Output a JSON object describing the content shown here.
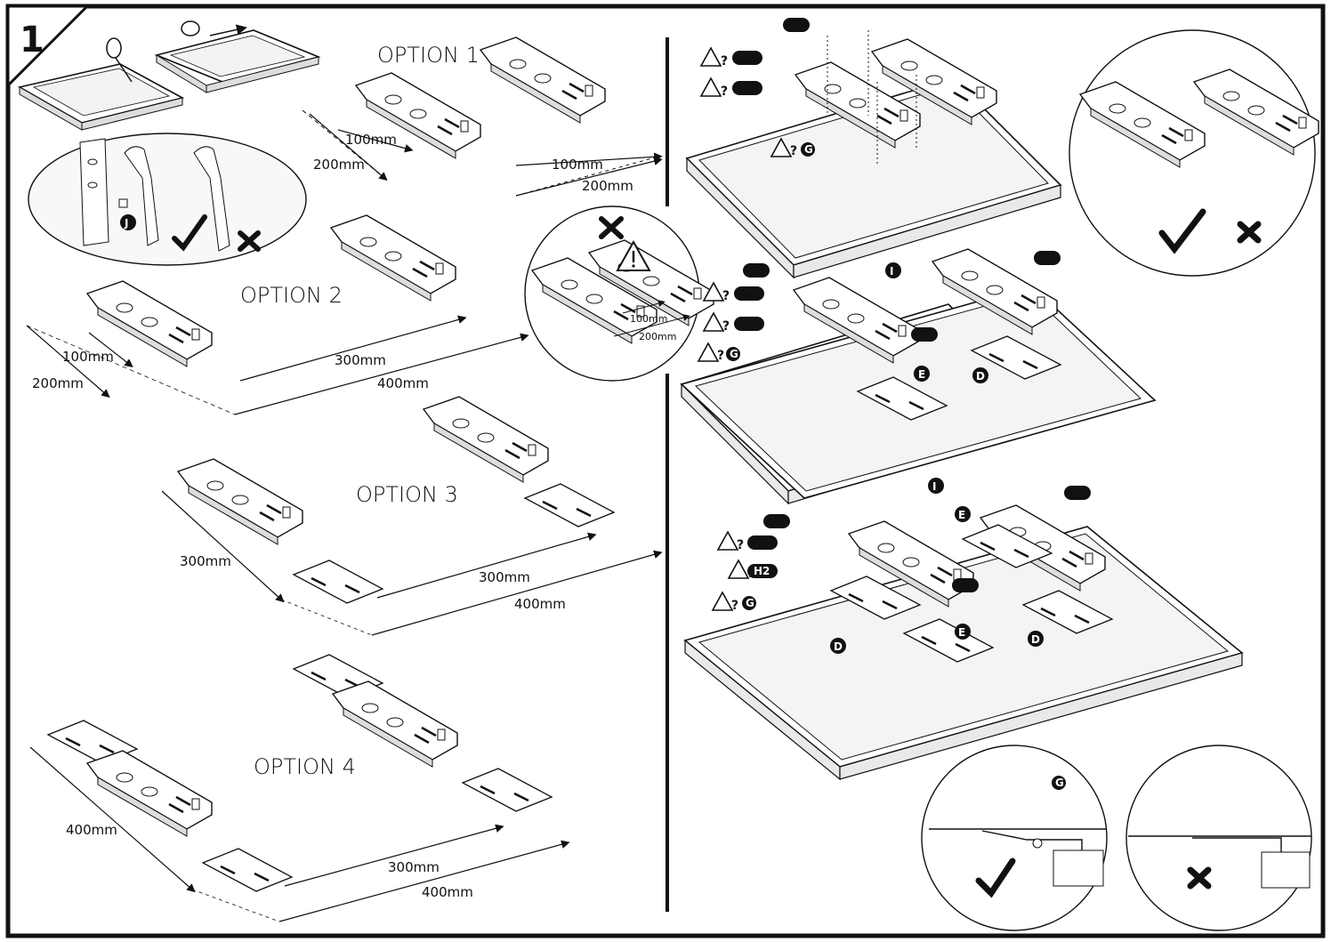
{
  "step_number": "1",
  "options": [
    {
      "label": "OPTION 1",
      "dims": [
        "100mm",
        "200mm",
        "100mm",
        "200mm"
      ]
    },
    {
      "label": "OPTION 2",
      "dims": [
        "100mm",
        "200mm",
        "300mm",
        "400mm"
      ]
    },
    {
      "label": "OPTION 3",
      "dims": [
        "300mm",
        "300mm",
        "400mm"
      ]
    },
    {
      "label": "OPTION 4",
      "dims": [
        "400mm",
        "300mm",
        "400mm"
      ]
    }
  ],
  "warning_detail": {
    "dims": [
      "100mm",
      "200mm"
    ]
  },
  "parts": {
    "J": "J",
    "G": "G",
    "E": "E",
    "D": "D",
    "I": "I",
    "H2": "H2",
    "question": "?"
  },
  "colors": {
    "ink": "#111111",
    "paper": "#ffffff",
    "panel_gray": "#f4f4f4"
  },
  "icons": [
    "check-icon",
    "cross-icon",
    "warning-icon"
  ]
}
